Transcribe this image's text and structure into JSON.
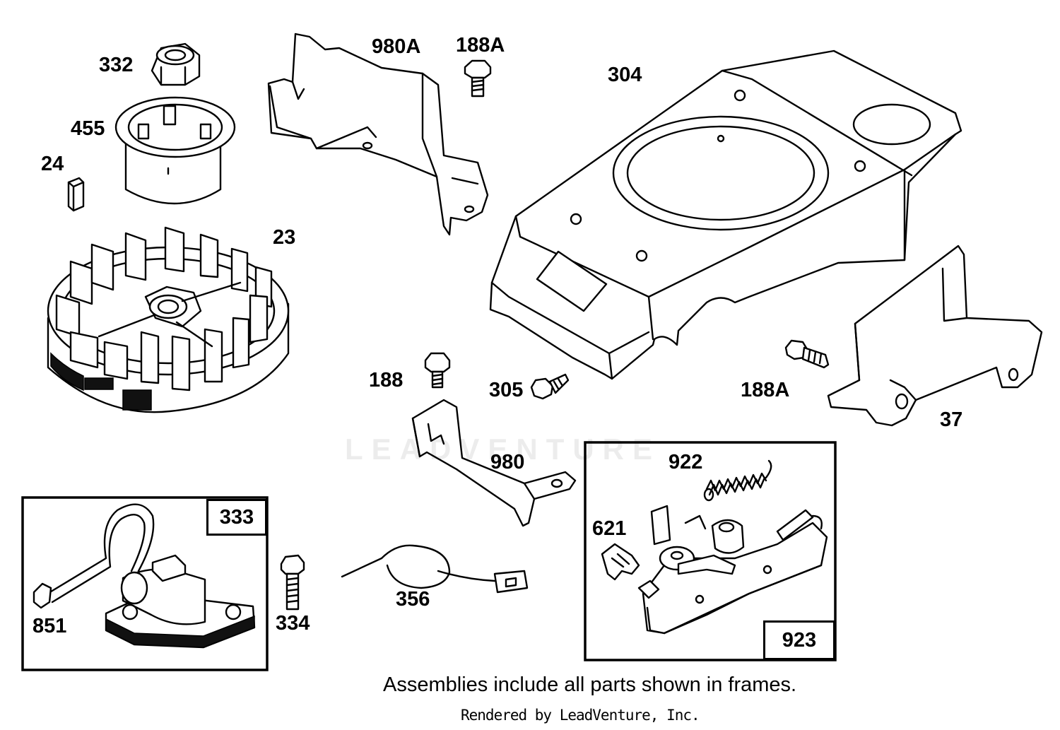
{
  "labels": {
    "p332": "332",
    "p455": "455",
    "p24": "24",
    "p23": "23",
    "p980A": "980A",
    "p188A_top": "188A",
    "p304": "304",
    "p188": "188",
    "p305": "305",
    "p188A_right": "188A",
    "p37": "37",
    "p980": "980",
    "p922": "922",
    "p621": "621",
    "p333": "333",
    "p851": "851",
    "p334": "334",
    "p356": "356",
    "p923": "923"
  },
  "note": "Assemblies include all parts shown in frames.",
  "credit": "Rendered by LeadVenture, Inc.",
  "watermark": "LEADVENTURE"
}
